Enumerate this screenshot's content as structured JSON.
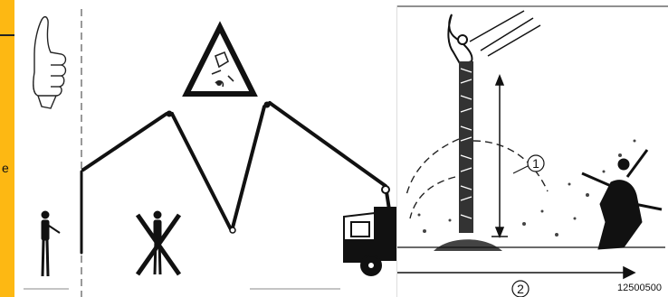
{
  "side_strip": {
    "color": "#fdb813",
    "letter": "e"
  },
  "figure_left": {
    "warning_sign_icon": "warning-triangle-icon",
    "thumbs_up_icon": "thumbs-up-icon",
    "forbidden_mark": "X"
  },
  "figure_right": {
    "callout_1": "1",
    "callout_2": "2"
  },
  "document_code": "12500500"
}
